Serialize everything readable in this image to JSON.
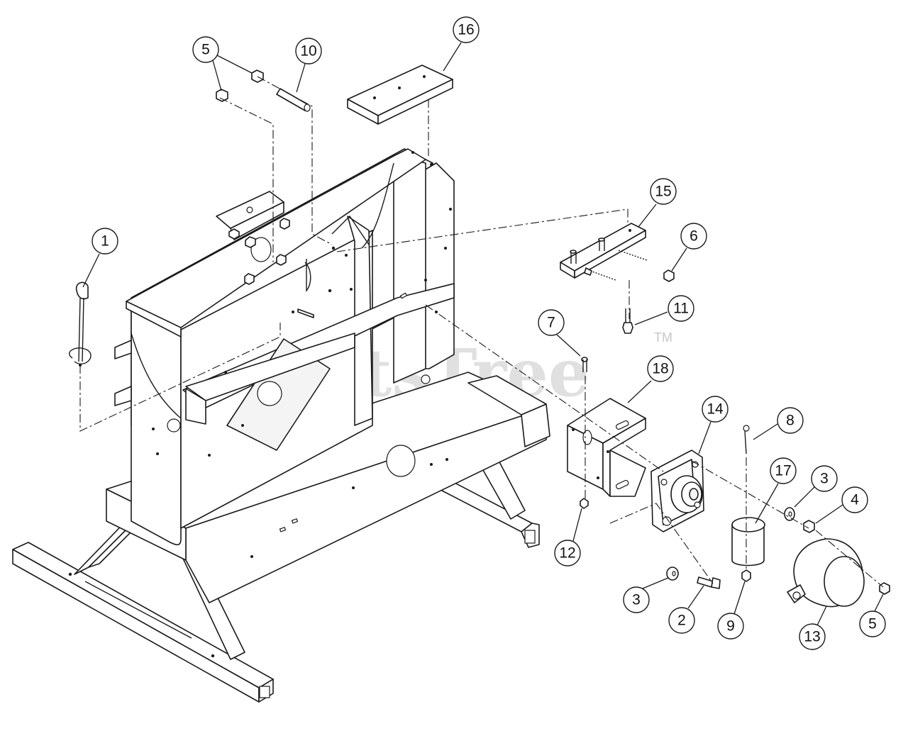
{
  "watermark": {
    "text": "PartsTree",
    "trademark": "TM"
  },
  "callouts": [
    {
      "id": "c1",
      "label": "1"
    },
    {
      "id": "c2",
      "label": "2"
    },
    {
      "id": "c3a",
      "label": "3"
    },
    {
      "id": "c3b",
      "label": "3"
    },
    {
      "id": "c4",
      "label": "4"
    },
    {
      "id": "c5a",
      "label": "5"
    },
    {
      "id": "c5b",
      "label": "5"
    },
    {
      "id": "c6",
      "label": "6"
    },
    {
      "id": "c7",
      "label": "7"
    },
    {
      "id": "c8",
      "label": "8"
    },
    {
      "id": "c9",
      "label": "9"
    },
    {
      "id": "c10",
      "label": "10"
    },
    {
      "id": "c11",
      "label": "11"
    },
    {
      "id": "c12",
      "label": "12"
    },
    {
      "id": "c13",
      "label": "13"
    },
    {
      "id": "c14",
      "label": "14"
    },
    {
      "id": "c15",
      "label": "15"
    },
    {
      "id": "c16",
      "label": "16"
    },
    {
      "id": "c17",
      "label": "17"
    },
    {
      "id": "c18",
      "label": "18"
    }
  ],
  "colors": {
    "line": "#1a1a1a",
    "watermark": "#d6d6d6",
    "background": "#ffffff"
  }
}
